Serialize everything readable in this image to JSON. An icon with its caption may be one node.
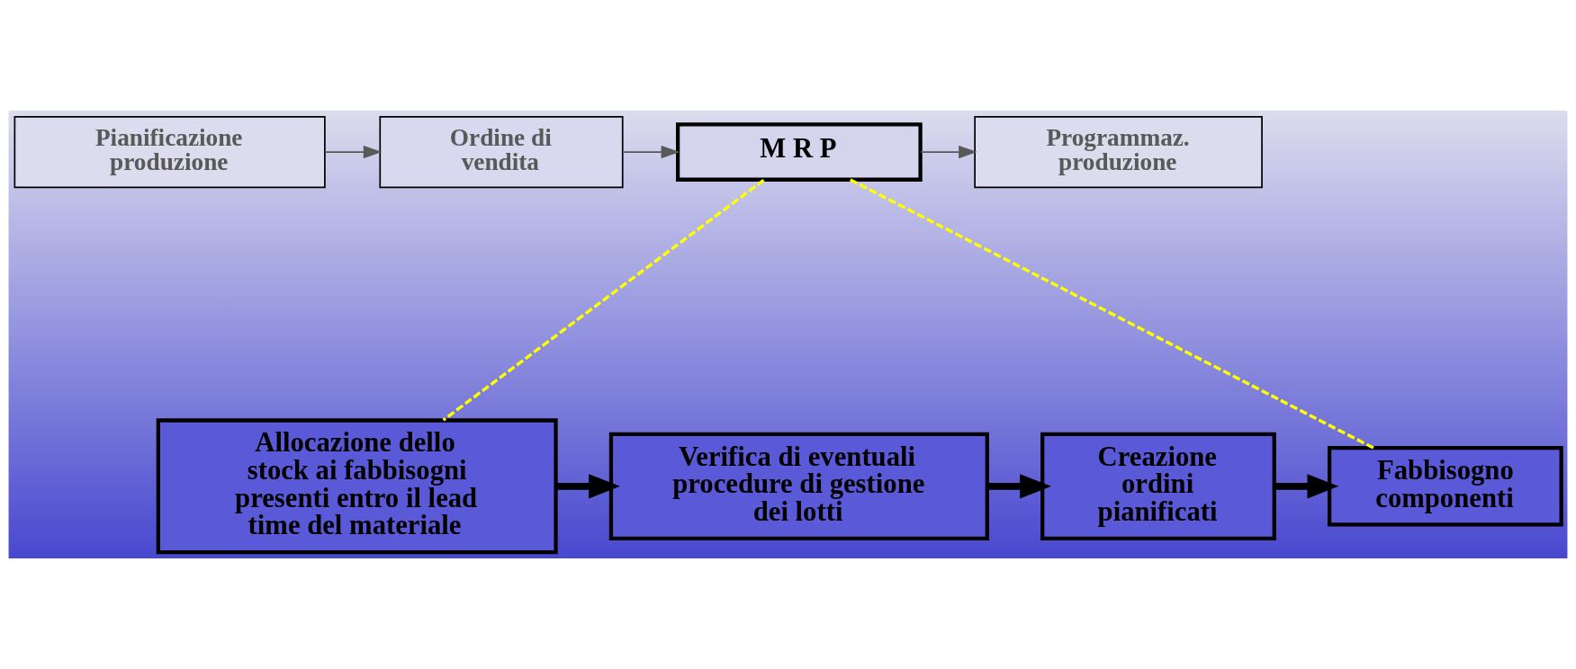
{
  "diagram": {
    "nodes": [
      {
        "text": [
          "Pianificazione produzione"
        ]
      },
      {
        "text": [
          "Ordine di vendita"
        ]
      },
      {
        "text": [
          "M R P"
        ]
      },
      {
        "text": [
          "Programmaz. produzione"
        ]
      },
      {
        "text": [
          "Allocazione dello stock ai fabbisogni presenti entro il lead time del materiale"
        ]
      },
      {
        "text": [
          "Verifica di eventuali procedure di gestione dei lotti"
        ]
      },
      {
        "text": [
          "Creazione ordini pianificati"
        ]
      },
      {
        "text": [
          "Fabbisogno componenti"
        ]
      }
    ],
    "edges": [
      {
        "from": 0,
        "to": 1,
        "arrow": "to",
        "color": "#595959"
      },
      {
        "from": 1,
        "to": 2,
        "arrow": "to",
        "color": "#595959"
      },
      {
        "from": 2,
        "to": 3,
        "arrow": "to",
        "color": "#595959"
      },
      {
        "from": 2,
        "to": 4,
        "arrow": "none",
        "style": "dashed",
        "color": "#ffff00"
      },
      {
        "from": 2,
        "to": 7,
        "arrow": "none",
        "style": "dashed",
        "color": "#ffff00"
      },
      {
        "from": 4,
        "to": 5,
        "arrow": "to",
        "style": "thick"
      },
      {
        "from": 5,
        "to": 6,
        "arrow": "to",
        "style": "thick"
      },
      {
        "from": 6,
        "to": 7,
        "arrow": "to",
        "style": "thick"
      }
    ]
  }
}
